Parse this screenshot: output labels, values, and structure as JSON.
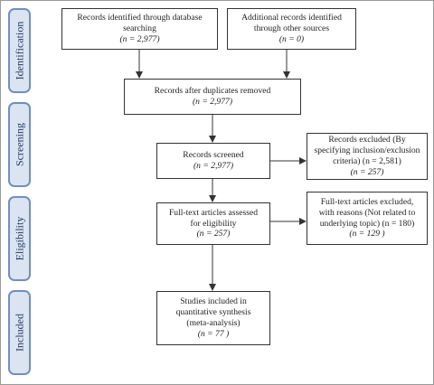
{
  "stages": [
    {
      "id": "identification",
      "label": "Identification"
    },
    {
      "id": "screening",
      "label": "Screening"
    },
    {
      "id": "eligibility",
      "label": "Eligibility"
    },
    {
      "id": "included",
      "label": "Included"
    }
  ],
  "boxes": {
    "db_records": {
      "line1": "Records identified through database",
      "line2": "searching",
      "count": "(n = 2,977)"
    },
    "other_records": {
      "line1": "Additional records identified",
      "line2": "through other sources",
      "count": "(n = 0)"
    },
    "after_duplicates": {
      "line1": "Records after duplicates removed",
      "count": "(n = 2,977)"
    },
    "screened": {
      "line1": "Records screened",
      "count": "(n = 2,977)"
    },
    "excluded": {
      "line1": "Records excluded (By",
      "line2": "specifying inclusion/exclusion",
      "line3": "criteria) (n = 2,581)",
      "count": "(n = 257)"
    },
    "fulltext_assessed": {
      "line1": "Full-text articles assessed",
      "line2": "for eligibility",
      "count": "(n = 257)"
    },
    "fulltext_excluded": {
      "line1": "Full-text articles excluded,",
      "line2": "with reasons (Not related to",
      "line3": "underlying topic) (n = 180)",
      "count": "(n = 129 )"
    },
    "included": {
      "line1": "Studies included in",
      "line2": "quantitative synthesis",
      "line3": "(meta-analysis)",
      "count": "(n = 77 )"
    }
  },
  "colors": {
    "stage_fill": "#dbe5f1",
    "stage_border": "#6f8fbf",
    "stage_text": "#1f3864",
    "line": "#333333"
  }
}
